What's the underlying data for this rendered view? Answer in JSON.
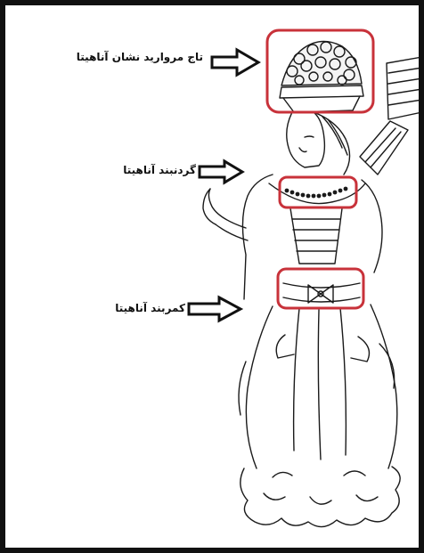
{
  "labels": {
    "crown": "تاج مروارید نشان آناهیتا",
    "necklace": "گردنبند آناهیتا",
    "belt": "کمربند آناهیتا"
  },
  "colors": {
    "frame": "#111111",
    "highlight": "#c8323a",
    "ink": "#1a1a1a",
    "paper": "#ffffff"
  }
}
